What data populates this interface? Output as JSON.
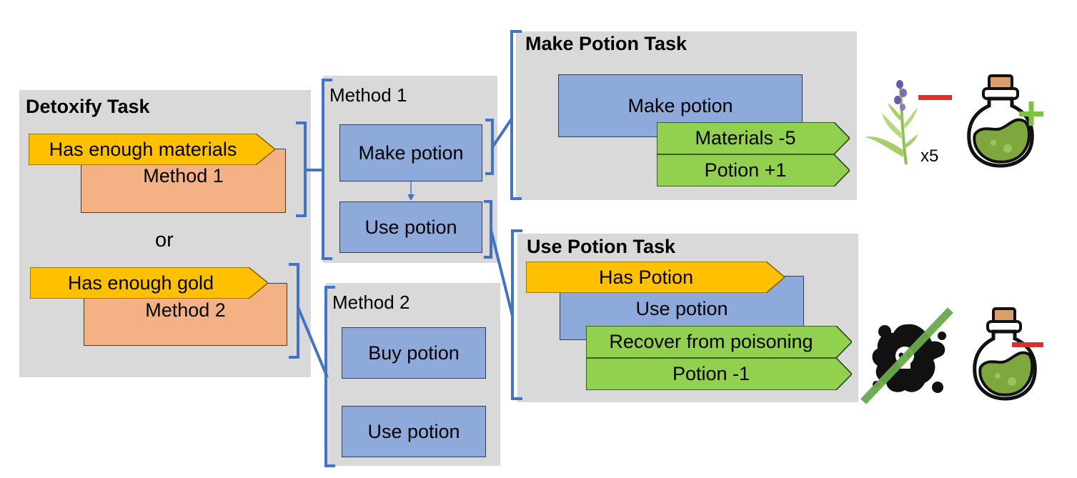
{
  "detoxify_task": {
    "title": "Detoxify Task",
    "condition_1": "Has enough materials",
    "method_1": "Method 1",
    "separator": "or",
    "condition_2": "Has enough gold",
    "method_2": "Method 2"
  },
  "method_1_panel": {
    "title": "Method 1",
    "step_1": "Make potion",
    "step_2": "Use potion"
  },
  "method_2_panel": {
    "title": "Method 2",
    "step_1": "Buy potion",
    "step_2": "Use potion"
  },
  "make_potion_task": {
    "title": "Make Potion Task",
    "action": "Make potion",
    "effect_1": "Materials -5",
    "effect_2": "Potion +1"
  },
  "use_potion_task": {
    "title": "Use Potion Task",
    "condition": "Has Potion",
    "action": "Use potion",
    "effect_1": "Recover from poisoning",
    "effect_2": "Potion -1"
  },
  "illustrations": {
    "herb_count": "x5",
    "herb_icon": "lavender-herb-icon",
    "potion_plus_icon": "potion-plus-icon",
    "poison_crossed_icon": "poison-crossed-icon",
    "potion_minus_icon": "potion-minus-icon"
  },
  "colors": {
    "panel": "#d9d9d9",
    "action_blue": "#8eaadb",
    "method_orange": "#f4b183",
    "condition_yellow": "#ffc000",
    "effect_green": "#92d050",
    "bracket_blue": "#4472c4",
    "minus_red": "#e32b2b",
    "plus_green": "#7dc242"
  }
}
